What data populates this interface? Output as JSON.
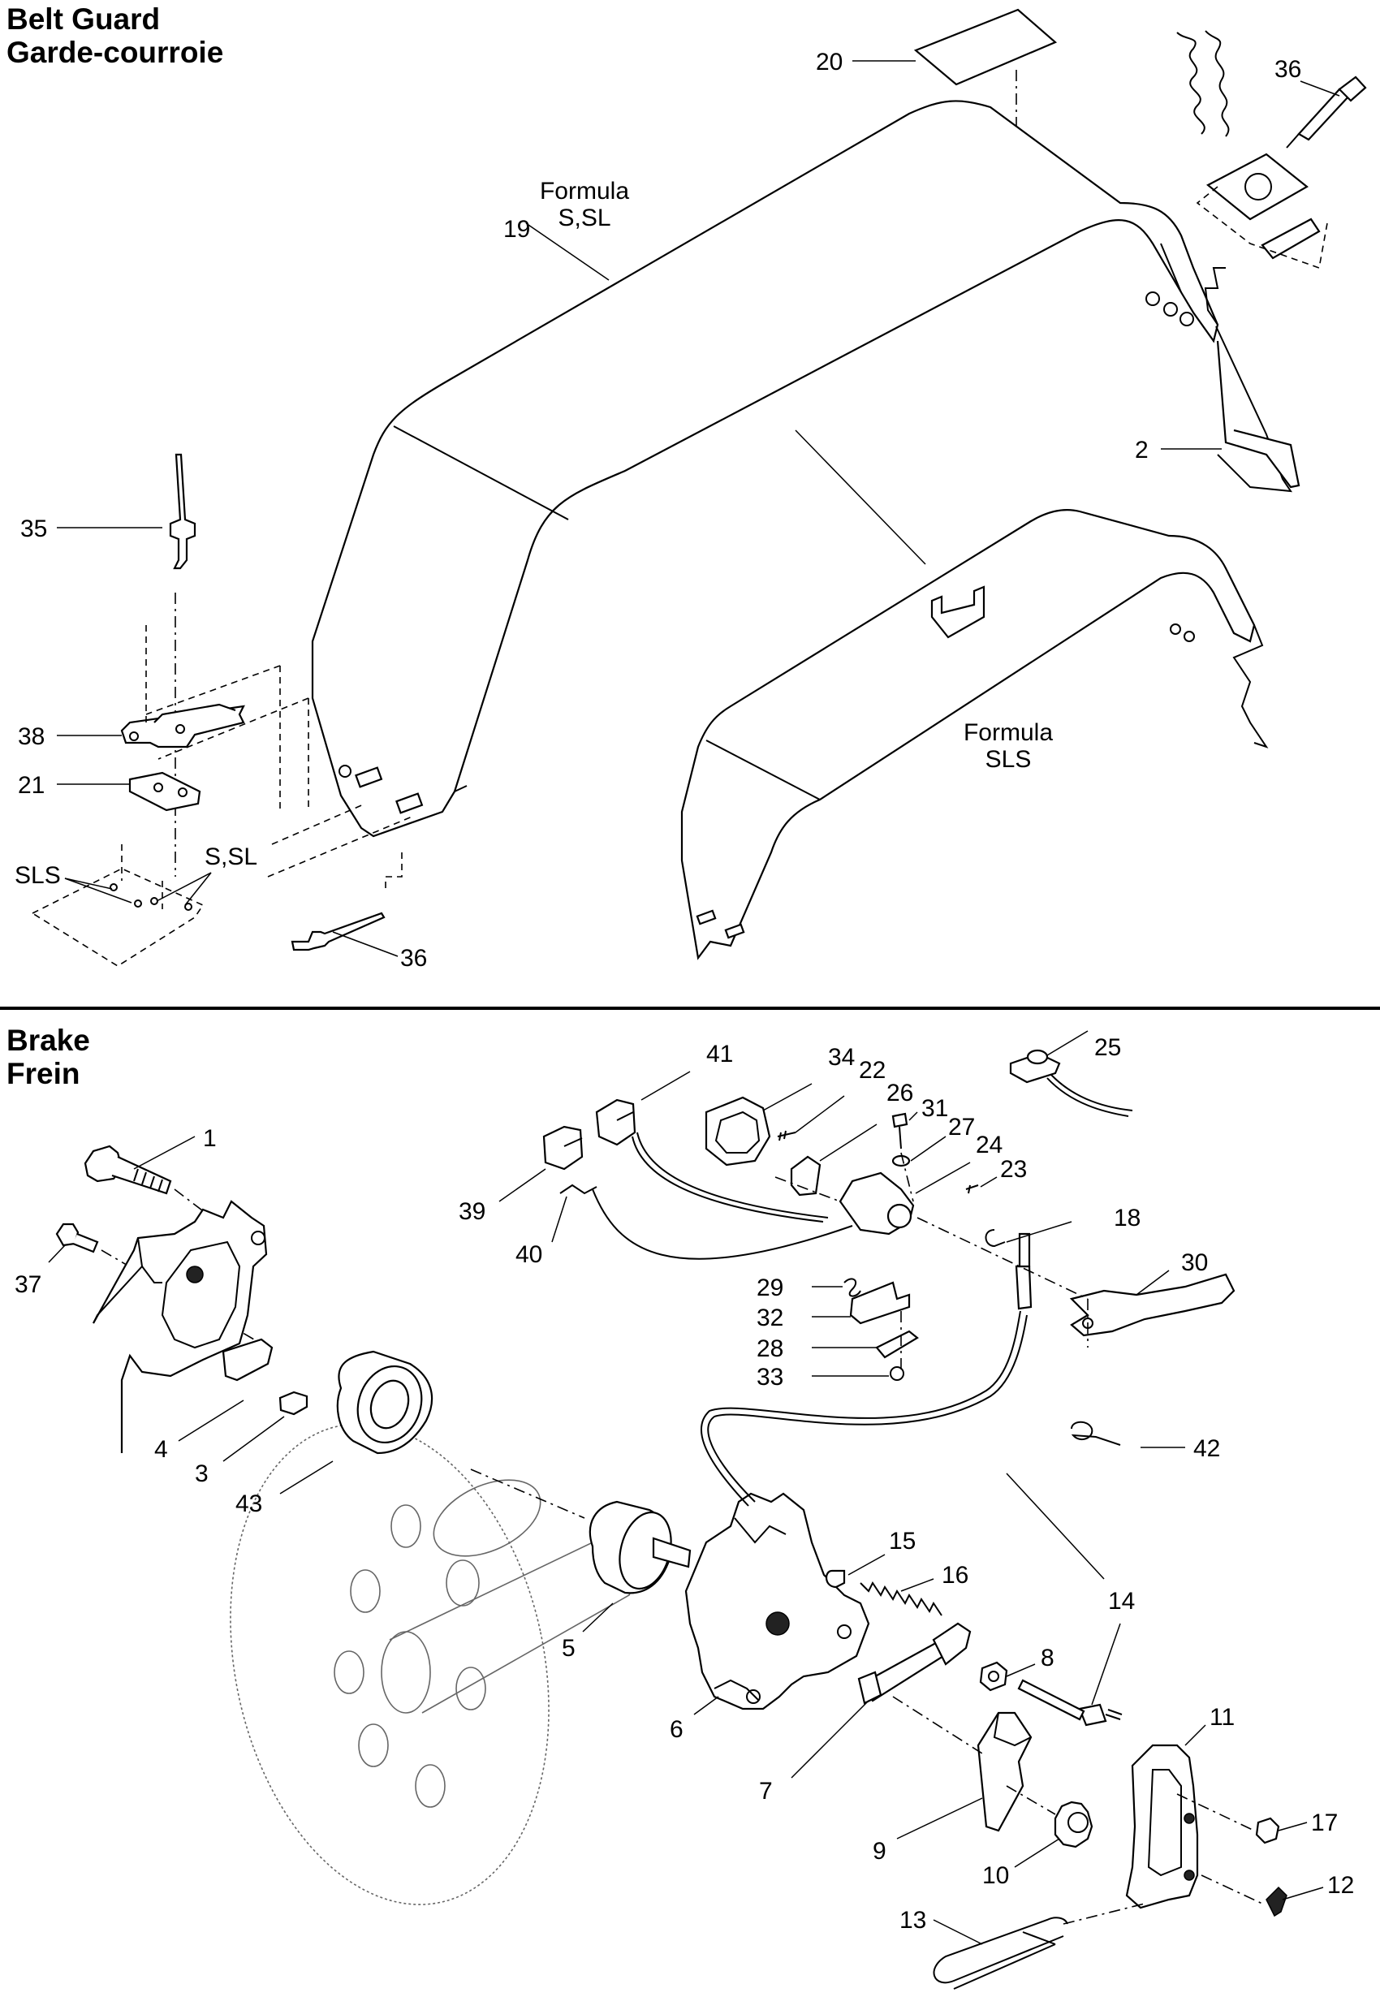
{
  "belt_guard": {
    "title_en": "Belt Guard",
    "title_fr": "Garde-courroie",
    "variant_1": {
      "line1": "Formula",
      "line2": "S,SL"
    },
    "variant_2": {
      "line1": "Formula",
      "line2": "SLS"
    },
    "hole_label_sls": "SLS",
    "hole_label_s_sl": "S,SL"
  },
  "brake": {
    "title_en": "Brake",
    "title_fr": "Frein"
  },
  "callouts": {
    "c20": "20",
    "c36a": "36",
    "c19": "19",
    "c2": "2",
    "c35": "35",
    "c38": "38",
    "c21": "21",
    "c36b": "36",
    "c41": "41",
    "c34": "34",
    "c22": "22",
    "c26": "26",
    "c31": "31",
    "c27": "27",
    "c24": "24",
    "c23": "23",
    "c25": "25",
    "c1": "1",
    "c39": "39",
    "c40": "40",
    "c37": "37",
    "c18": "18",
    "c30": "30",
    "c29": "29",
    "c32": "32",
    "c28": "28",
    "c33": "33",
    "c42": "42",
    "c4": "4",
    "c3": "3",
    "c43": "43",
    "c15": "15",
    "c16": "16",
    "c14": "14",
    "c5": "5",
    "c8": "8",
    "c6": "6",
    "c11": "11",
    "c7": "7",
    "c17": "17",
    "c9": "9",
    "c10": "10",
    "c12": "12",
    "c13": "13"
  }
}
